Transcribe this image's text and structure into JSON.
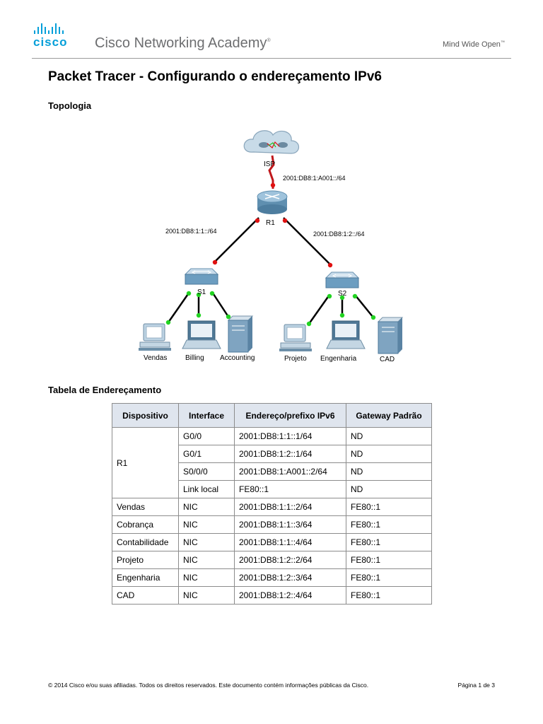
{
  "header": {
    "brand": "cisco",
    "academy": "Cisco Networking Academy",
    "registered": "®",
    "tagline": "Mind Wide Open",
    "tagline_mark": "™",
    "brand_color": "#049fd9"
  },
  "title": "Packet Tracer - Configurando o endereçamento IPv6",
  "sections": {
    "topology": "Topologia",
    "table": "Tabela de Endereçamento"
  },
  "topology": {
    "isp": "ISP",
    "r1": "R1",
    "s1": "S1",
    "s2": "S2",
    "net_isp": "2001:DB8:1:A001::/64",
    "net_left": "2001:DB8:1:1::/64",
    "net_right": "2001:DB8:1:2::/64",
    "hosts": [
      "Vendas",
      "Billing",
      "Accounting",
      "Projeto",
      "Engenharia",
      "CAD"
    ],
    "link_color": "#000000",
    "up_color": "#21d321",
    "down_color": "#e01010",
    "icons": [
      "cloud-icon",
      "router-icon",
      "switch-icon",
      "pc-icon",
      "laptop-icon",
      "server-icon"
    ]
  },
  "table": {
    "headers": [
      "Dispositivo",
      "Interface",
      "Endereço/prefixo IPv6",
      "Gateway Padrão"
    ],
    "r1": {
      "device": "R1",
      "rows": [
        [
          "G0/0",
          "2001:DB8:1:1::1/64",
          "ND"
        ],
        [
          "G0/1",
          "2001:DB8:1:2::1/64",
          "ND"
        ],
        [
          "S0/0/0",
          "2001:DB8:1:A001::2/64",
          "ND"
        ],
        [
          "Link local",
          "FE80::1",
          "ND"
        ]
      ]
    },
    "rows": [
      [
        "Vendas",
        "NIC",
        "2001:DB8:1:1::2/64",
        "FE80::1"
      ],
      [
        "Cobrança",
        "NIC",
        "2001:DB8:1:1::3/64",
        "FE80::1"
      ],
      [
        "Contabilidade",
        "NIC",
        "2001:DB8:1:1::4/64",
        "FE80::1"
      ],
      [
        "Projeto",
        "NIC",
        "2001:DB8:1:2::2/64",
        "FE80::1"
      ],
      [
        "Engenharia",
        "NIC",
        "2001:DB8:1:2::3/64",
        "FE80::1"
      ],
      [
        "CAD",
        "NIC",
        "2001:DB8:1:2::4/64",
        "FE80::1"
      ]
    ]
  },
  "footer": {
    "copyright": "© 2014 Cisco e/ou suas afiliadas. Todos os direitos reservados. Este documento contém informações públicas da Cisco.",
    "page": "Página 1 de 3"
  }
}
